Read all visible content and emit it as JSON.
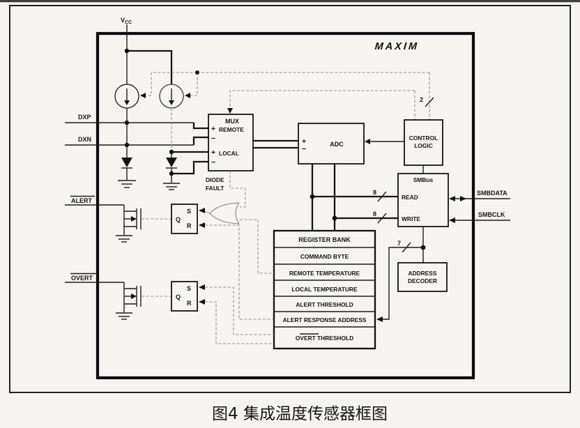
{
  "page": {
    "brand": "MAXIM",
    "caption": "图4 集成温度传感器框图"
  },
  "pins": {
    "vcc": "V",
    "vcc_sub": "CC",
    "dxp": "DXP",
    "dxn": "DXN",
    "alert": "ALERT",
    "overt": "OVERT",
    "smbdata": "SMBDATA",
    "smbclk": "SMBCLK"
  },
  "mux": {
    "title": "MUX",
    "remote": "REMOTE",
    "local": "LOCAL",
    "plus": "+",
    "minus": "−"
  },
  "adc": {
    "title": "ADC",
    "plus": "+",
    "minus": "−"
  },
  "control_logic": {
    "line1": "CONTROL",
    "line2": "LOGIC"
  },
  "smbus": {
    "title": "SMBus",
    "read": "READ",
    "write": "WRITE"
  },
  "address_decoder": {
    "line1": "ADDRESS",
    "line2": "DECODER"
  },
  "register_bank": {
    "header": "REGISTER BANK",
    "rows": [
      "COMMAND BYTE",
      "REMOTE TEMPERATURE",
      "LOCAL TEMPERATURE",
      "ALERT THRESHOLD",
      "ALERT RESPONSE ADDRESS"
    ],
    "overt_row": {
      "word1": "OVERT",
      "rest": " THRESHOLD"
    }
  },
  "latch": {
    "q": "Q",
    "s": "S",
    "r": "R"
  },
  "bus_widths": {
    "control": "2",
    "read": "8",
    "write": "8",
    "address": "7"
  },
  "annotations": {
    "diode_fault_line1": "DIODE",
    "diode_fault_line2": "FAULT"
  }
}
